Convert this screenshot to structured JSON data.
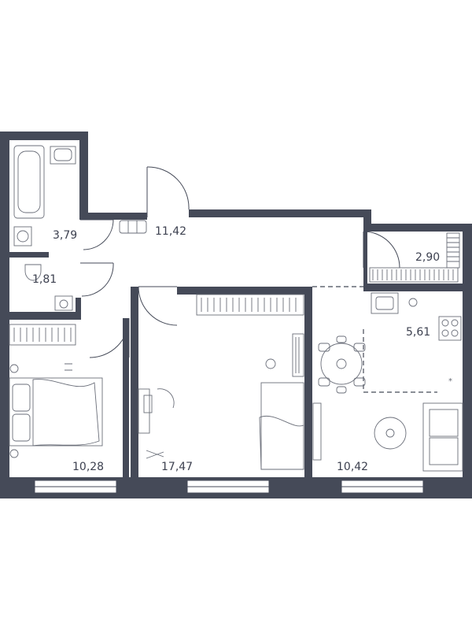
{
  "colors": {
    "wall": "#454a58",
    "label": "#3d4150",
    "background": "#ffffff"
  },
  "rooms": [
    {
      "id": "bathroom",
      "area": "3,79"
    },
    {
      "id": "toilet",
      "area": "1,81"
    },
    {
      "id": "hallway",
      "area": "11,42"
    },
    {
      "id": "storage",
      "area": "2,90"
    },
    {
      "id": "kitchen",
      "area": "5,61"
    },
    {
      "id": "bedroom-left",
      "area": "10,28"
    },
    {
      "id": "bedroom-center",
      "area": "17,47"
    },
    {
      "id": "living-room",
      "area": "10,42"
    }
  ]
}
